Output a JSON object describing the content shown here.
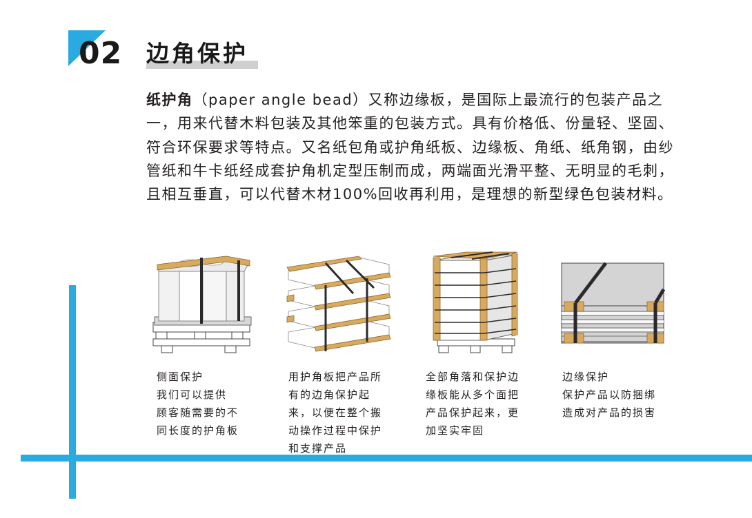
{
  "header": {
    "number": "02",
    "title": "边角保护",
    "accent_color": "#29abe2"
  },
  "intro": {
    "term": "纸护角",
    "text": "（paper angle bead）又称边缘板，是国际上最流行的包装产品之一，用来代替木料包装及其他笨重的包装方式。具有价格低、份量轻、坚固、符合环保要求等特点。又名纸包角或护角纸板、边缘板、角纸、纸角钢，由纱管纸和牛卡纸经成套护角机定型压制而成，两端面光滑平整、无明显的毛刺，且相互垂直，可以代替木材100%回收再利用，是理想的新型绿色包装材料。"
  },
  "figures": [
    {
      "icon": "pallet-rolls-icon",
      "caption": [
        "侧面保护",
        "我们可以提供",
        "顾客随需要的不",
        "同长度的护角板"
      ]
    },
    {
      "icon": "stacked-boards-icon",
      "caption": [
        "用护角板把产品所",
        "有的边角保护起",
        "来，以便在整个搬",
        "动操作过程中保护",
        "和支撑产品"
      ]
    },
    {
      "icon": "pallet-box-icon",
      "caption": [
        "全部角落和保护边",
        "缘板能从多个面把",
        "产品保护起来，更",
        "加坚实牢固"
      ]
    },
    {
      "icon": "edge-protector-icon",
      "caption": [
        "边缘保护",
        "保护产品以防捆绑",
        "造成对产品的损害"
      ]
    }
  ],
  "colors": {
    "kraft": "#d9a95e",
    "strap": "#2a2a2a",
    "accent": "#29abe2"
  }
}
